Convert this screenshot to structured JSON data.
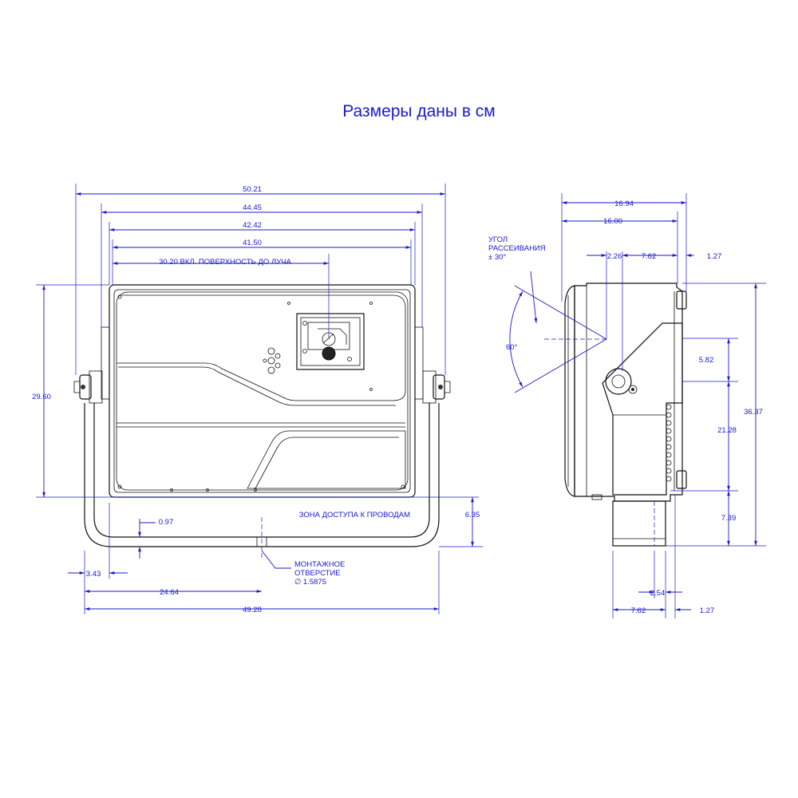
{
  "title": "Размеры даны в см",
  "front_view": {
    "dims": {
      "overall_width": "50.21",
      "width_2": "44.45",
      "width_3": "42.42",
      "width_4": "41.50",
      "beam_surface": "30.20 ВКЛ. ПОВЕРХНОСТЬ ДО ЛУЧА",
      "height": "29.60",
      "bracket_gap": "6.35",
      "small_offset": "0.97",
      "left_offset": "3.43",
      "half_width": "24.64",
      "bracket_width": "49.28"
    },
    "labels": {
      "wire_zone": "ЗОНА ДОСТУПА К ПРОВОДАМ",
      "mount_hole_line1": "МОНТАЖНОЕ",
      "mount_hole_line2": "ОТВЕРСТИЕ",
      "mount_hole_line3": "∅ 1.5875"
    }
  },
  "side_view": {
    "dims": {
      "depth_total": "16.94",
      "depth_body": "16.00",
      "d_226": "2.26",
      "d_762_top": "7.62",
      "d_127_top": "1.27",
      "h_582": "5.82",
      "h_2128": "21.28",
      "h_3637": "36.37",
      "h_739": "7.39",
      "d_254": "2.54",
      "d_762_bottom": "7.62",
      "d_127_bottom": "1.27"
    },
    "labels": {
      "beam_angle_line1": "УГОЛ",
      "beam_angle_line2": "РАССЕИВАНИЯ",
      "beam_angle_line3": "± 30°",
      "angle": "60°"
    }
  }
}
